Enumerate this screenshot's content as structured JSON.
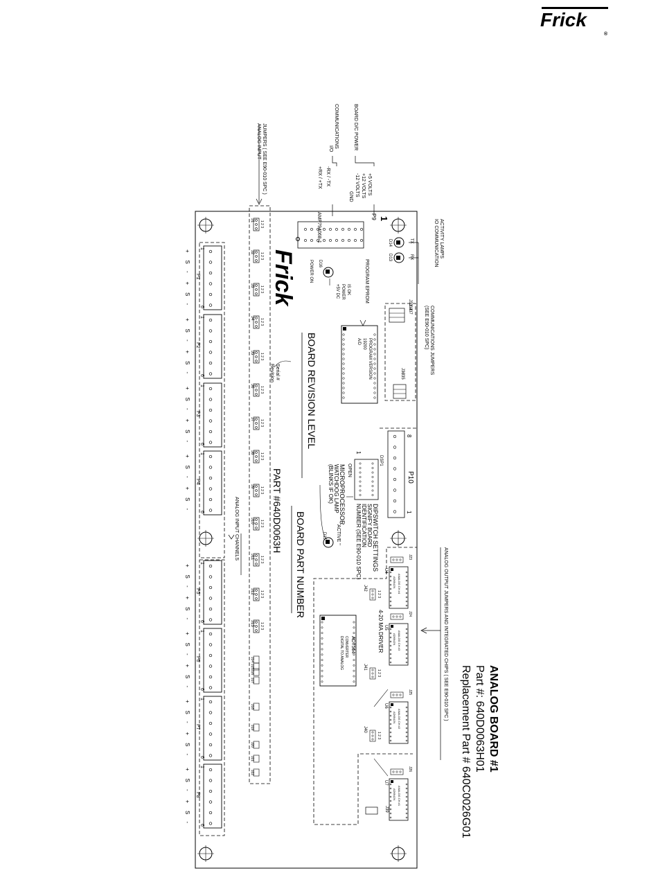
{
  "logo": {
    "text": "Frick",
    "registered": "®"
  },
  "header": {
    "title": "ANALOG BOARD #1",
    "part_number": "Part #: 640D0063H01",
    "replacement": "Replacement Part # 640C0026G01"
  },
  "board": {
    "revision_label": "BOARD REVISION LEVEL",
    "part_number_label": "BOARD PART NUMBER",
    "part_number_silk": "PART #640D0063H",
    "logo_silk": "Frick",
    "serial": "Serial #",
    "revision": "Revision",
    "power": {
      "d16": "D16",
      "power_on": "POWER ON",
      "note_1": "+5V DC",
      "note_2": "POWER",
      "note_3": "IS OK"
    },
    "program_eprom_label": "PROGRAM EPROM",
    "eprom_chip": [
      "A/D",
      "19200",
      "PROGRAM VERSION"
    ],
    "p9": {
      "name": "P9",
      "part": "AMP794068-1",
      "pin": "1"
    },
    "io_lamps": {
      "label_1": "IO COMMUNICATION",
      "label_2": "ACTIVITY LAMPS",
      "tx": "TX",
      "rx": "RX",
      "d14": "D14",
      "d13": "D13"
    },
    "comm_jumpers": {
      "label_1": "COMMUNICATIONS JUMPERS",
      "label_2": "(SEE E90-010 SPC)",
      "j33": "J33",
      "j34": "J34",
      "j37": "J37",
      "j35": "J35",
      "j36": "J36"
    },
    "dc_power": {
      "label": "BOARD D/C POWER",
      "lines": [
        "+5 VOLTS",
        "+12 VOLTS",
        "-12 VOLTS",
        "GND"
      ]
    },
    "io_comm": {
      "label_1": "I/O",
      "label_2": "COMMUNICATIONS",
      "lines": [
        "-RX / -TX",
        "+RX / +TX"
      ]
    },
    "input_jumpers_label": [
      "ANALOG INPUT",
      "JUMPERS ( SEE E90-010 SPC )"
    ],
    "input_jumpers": [
      "J1",
      "J2",
      "J3",
      "J4",
      "J5",
      "J6",
      "J7",
      "J8",
      "J9",
      "J10",
      "J11",
      "J12",
      "J13",
      "J14",
      "J15",
      "J16",
      "J17",
      "J18",
      "J19",
      "J20",
      "J21",
      "J22"
    ],
    "jumper_pins": "1 2 3",
    "connectors": [
      "P1",
      "P2",
      "P3",
      "P4",
      "P5",
      "P6",
      "P7",
      "P8"
    ],
    "pin_labels": [
      "+",
      "S",
      "-",
      "+",
      "S",
      "-"
    ],
    "pin_first": "1",
    "pin_last": "6",
    "analog_inputs_label": "ANALOG INPUT CHANNELS",
    "dipswitch": {
      "name": "DSP1",
      "pin_1": "1",
      "open": "OPEN",
      "lines": [
        "DIPSWITCH SETTINGS",
        "SIGNIFY BOARD",
        "IDENTIFICATION",
        "NUMBER (SEE E90-010 SPC)"
      ]
    },
    "microprocessor": {
      "lines": [
        "MICROPROCESSOR",
        "WATCHDOG LAMP",
        "(BLINKS IF OK)"
      ],
      "active": "\" ACTIVE \"",
      "d15": "D15"
    },
    "p10": {
      "name": "P10",
      "pin_left": "8",
      "pin_right": "1"
    },
    "analog_outputs_label": "ANALOG OUTPUT JUMPERS AND INTEGRATED CHIPS ( SEE E90-010 SPC )",
    "driver_label": "4-20 MA DRIVER",
    "dac": {
      "lines": [
        "DIGITAL TO ANALOG",
        "CONVERTER"
      ],
      "part": "AD7564"
    },
    "out_chips": [
      {
        "ref": "U4",
        "title": "ANALOG CH #4",
        "part": "AD694JN",
        "jumper": "J23"
      },
      {
        "ref": "U5",
        "title": "ANALOG CH #3",
        "part": "AD694JN",
        "jumper": "J24"
      },
      {
        "ref": "U6",
        "title": "ANALOG CH #2",
        "part": "AD694JN",
        "jumper": "J25"
      },
      {
        "ref": "U7",
        "title": "ANALOG CH #1",
        "part": "AD694JN",
        "jumper": "J26"
      }
    ],
    "out_jumpers": [
      "J42",
      "J41",
      "J40"
    ],
    "j39": "J39"
  }
}
